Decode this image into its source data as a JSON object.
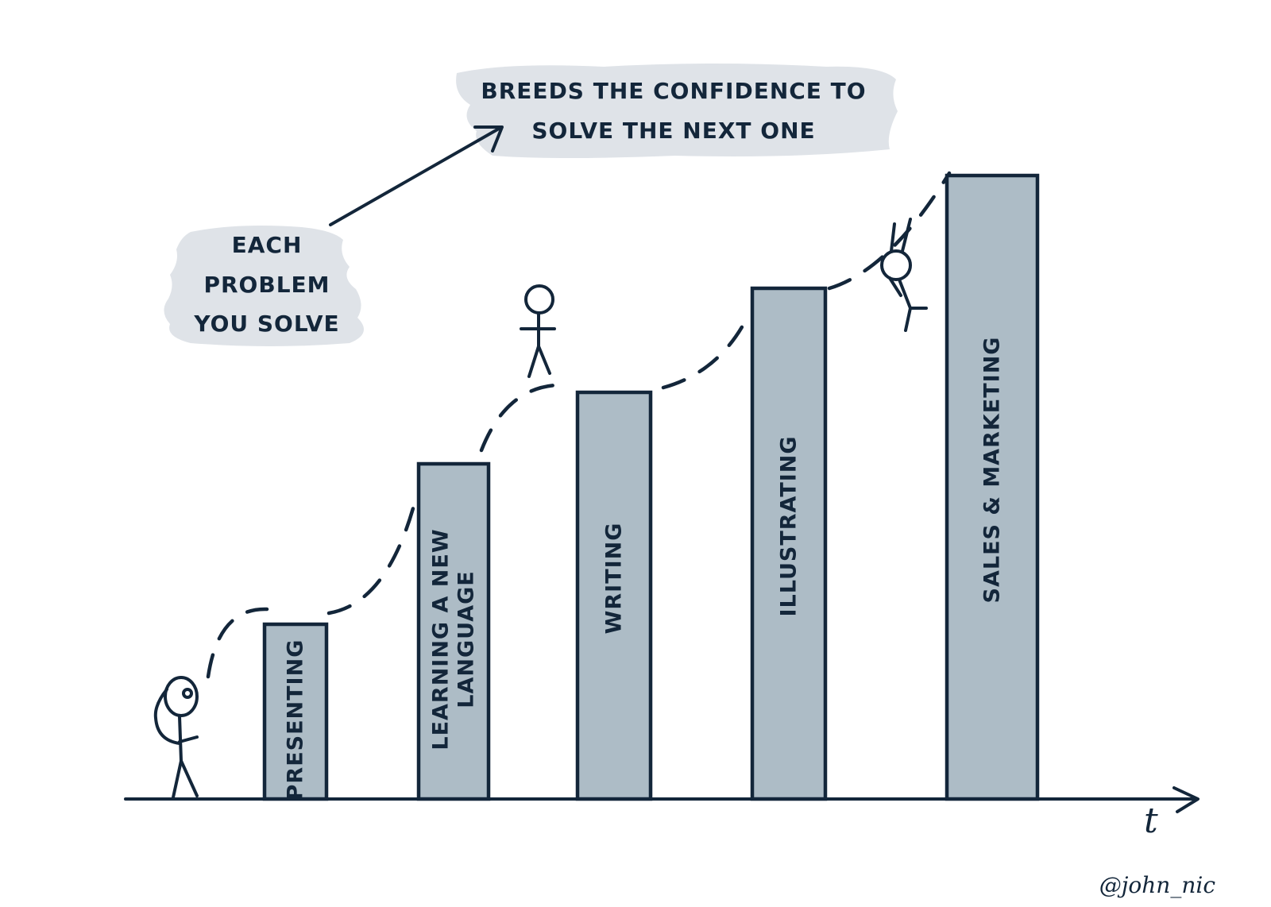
{
  "annotations": {
    "top_note": [
      "BREEDS THE CONFIDENCE TO",
      "SOLVE THE NEXT ONE"
    ],
    "left_note": [
      "EACH",
      "PROBLEM",
      "YOU SOLVE"
    ],
    "axis_label": "t",
    "signature": "@john_nic"
  },
  "colors": {
    "ink": "#13263a",
    "bar_fill": "#adbcc6",
    "highlight": "#dfe3e8"
  },
  "bars": [
    {
      "label_lines": [
        "PRESENTING"
      ],
      "level": 1
    },
    {
      "label_lines": [
        "LEARNING A NEW",
        "LANGUAGE"
      ],
      "level": 2
    },
    {
      "label_lines": [
        "WRITING"
      ],
      "level": 3
    },
    {
      "label_lines": [
        "ILLUSTRATING"
      ],
      "level": 4
    },
    {
      "label_lines": [
        "SALES & MARKETING"
      ],
      "level": 5
    }
  ],
  "icons": [
    "stick-figure-thinking-icon",
    "stick-figure-walking-icon",
    "stick-figure-climbing-icon",
    "arrow-up-right-icon",
    "axis-arrow-icon"
  ]
}
